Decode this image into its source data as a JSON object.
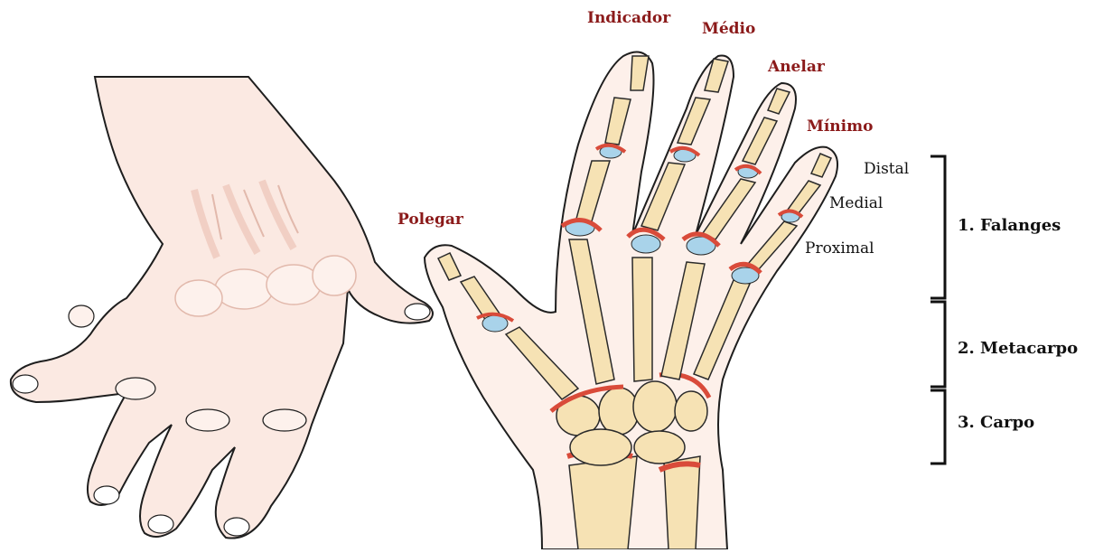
{
  "colors": {
    "label_red": "#8b1a1a",
    "skin_fill": "#fbe9e2",
    "skin_shadow": "#f1cfc4",
    "skin_outline": "#1e1e1e",
    "bone_fill": "#f6e2b4",
    "bone_outline": "#2a2a2a",
    "cartilage_blue": "#a9d3ea",
    "inflammation_red": "#d94b3a",
    "bracket": "#111111"
  },
  "fingers": {
    "indicador": "Indicador",
    "medio": "Médio",
    "anelar": "Anelar",
    "minimo": "Mínimo",
    "polegar": "Polegar"
  },
  "phalanges": {
    "distal": "Distal",
    "medial": "Medial",
    "proximal": "Proximal"
  },
  "groups": {
    "falanges": "1. Falanges",
    "metacarpo": "2. Metacarpo",
    "carpo": "3. Carpo"
  }
}
